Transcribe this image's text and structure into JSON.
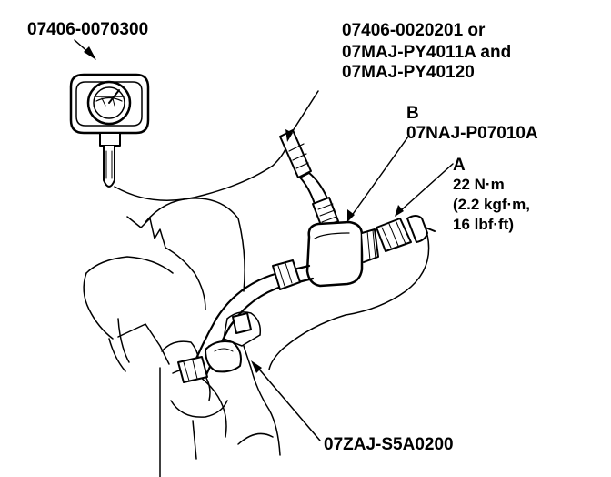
{
  "labels": {
    "gauge_part": "07406-0070300",
    "hose_part_1": "07406-0020201 or",
    "hose_part_2": "07MAJ-PY4011A and",
    "hose_part_3": "07MAJ-PY40120",
    "fitting_b_letter": "B",
    "fitting_b_part": "07NAJ-P07010A",
    "fitting_a_letter": "A",
    "torque_1": "22 N·m",
    "torque_2": "(2.2 kgf·m,",
    "torque_3": "16 lbf·ft)",
    "adapter_part": "07ZAJ-S5A0200"
  }
}
